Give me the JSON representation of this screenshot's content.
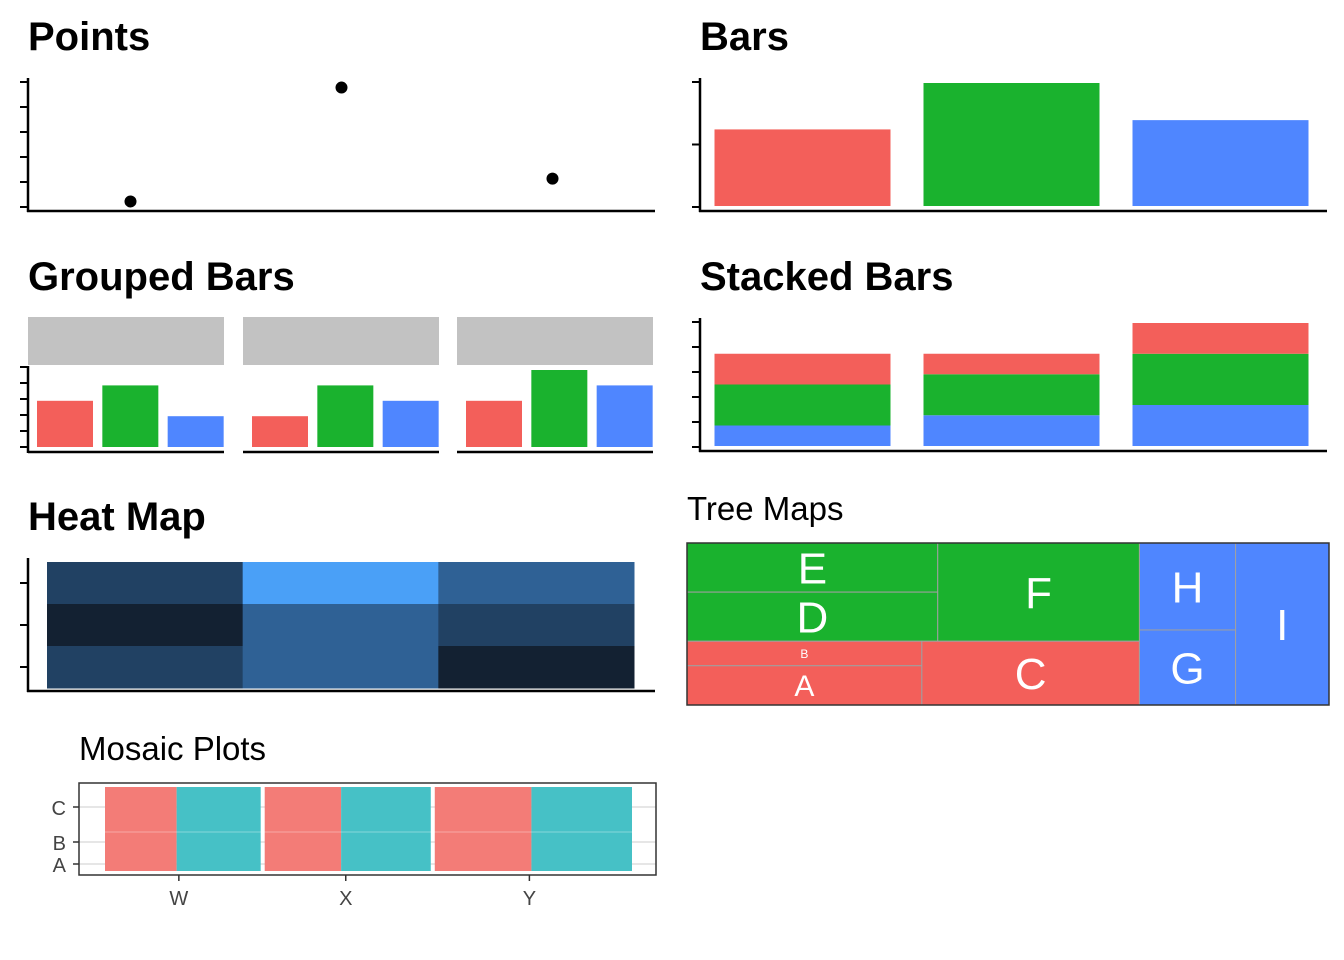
{
  "colors": {
    "red": "#F35F5A",
    "green": "#1AB22E",
    "blue": "#4F86FF",
    "strip_gray": "#C2C2C2",
    "mosaic_red": "#F37C77",
    "mosaic_teal": "#46C1C6",
    "heat_low": "#132132",
    "heat_high": "#4AA0F7"
  },
  "chart_data": [
    {
      "type": "scatter",
      "title": "Points",
      "x": [
        1,
        2,
        3
      ],
      "y": [
        1.0,
        6.0,
        2.0
      ],
      "ylim": [
        0.8,
        6.2
      ],
      "axis_text": false,
      "grid": false
    },
    {
      "type": "bar",
      "title": "Bars",
      "categories": [
        "1",
        "2",
        "3"
      ],
      "values": [
        3.3,
        5.3,
        3.7
      ],
      "ylim": [
        0,
        5.5
      ],
      "colors": [
        "red",
        "green",
        "blue"
      ],
      "axis_text": false
    },
    {
      "type": "bar",
      "title": "Grouped Bars",
      "panels": [
        {
          "strip": "",
          "values": [
            3,
            4,
            2
          ]
        },
        {
          "strip": "",
          "values": [
            2,
            4,
            3
          ]
        },
        {
          "strip": "",
          "values": [
            3,
            5,
            4
          ]
        }
      ],
      "ylim": [
        0,
        5.1
      ],
      "colors": [
        "red",
        "green",
        "blue"
      ],
      "axis_text": false
    },
    {
      "type": "bar",
      "title": "Stacked Bars",
      "categories": [
        "1",
        "2",
        "3"
      ],
      "series": [
        {
          "values": [
            1,
            1.5,
            2
          ],
          "color": "blue"
        },
        {
          "values": [
            2,
            2,
            2.5
          ],
          "color": "green"
        },
        {
          "values": [
            1.5,
            1,
            1.5
          ],
          "color": "red"
        }
      ],
      "ylim": [
        0,
        6.2
      ],
      "axis_text": false
    },
    {
      "type": "heatmap",
      "title": "Heat Map",
      "cols": 3,
      "rows": 3,
      "values": [
        [
          2,
          5,
          3
        ],
        [
          1,
          3,
          2
        ],
        [
          2,
          3,
          1
        ]
      ],
      "value_range": [
        1,
        5
      ],
      "axis_text": false
    },
    {
      "type": "treemap",
      "title": "Tree Maps",
      "groups": [
        {
          "color": "green",
          "tiles": [
            {
              "label": "E",
              "value": 6.0
            },
            {
              "label": "D",
              "value": 6.0
            },
            {
              "label": "F",
              "value": 9.0
            }
          ]
        },
        {
          "color": "red",
          "tiles": [
            {
              "label": "B",
              "value": 1.5
            },
            {
              "label": "A",
              "value": 2.4
            },
            {
              "label": "C",
              "value": 3.5
            }
          ]
        },
        {
          "color": "blue",
          "tiles": [
            {
              "label": "H",
              "value": 3.8
            },
            {
              "label": "G",
              "value": 2.5
            },
            {
              "label": "I",
              "value": 5.0
            }
          ]
        }
      ]
    },
    {
      "type": "mosaic",
      "title": "Mosaic Plots",
      "x_categories": [
        "W",
        "X",
        "Y"
      ],
      "x_widths": [
        0.3,
        0.32,
        0.38
      ],
      "y_ticks": [
        "A",
        "B",
        "C"
      ],
      "fill_split": [
        0.5,
        0.5,
        0.5
      ],
      "colors": [
        "mosaic_red",
        "mosaic_teal"
      ]
    }
  ]
}
